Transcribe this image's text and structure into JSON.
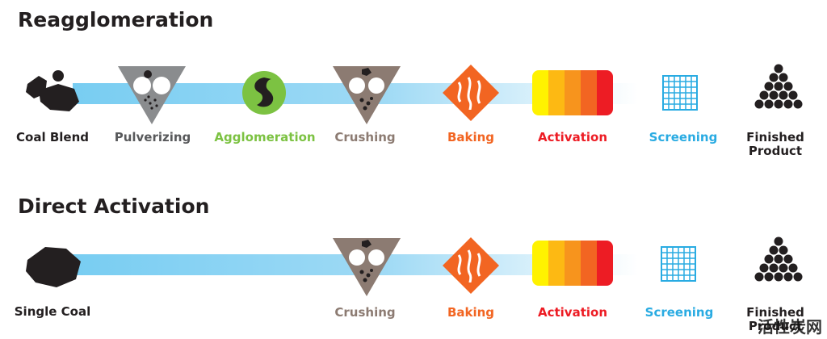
{
  "sections": [
    {
      "title": "Reagglomeration",
      "steps": [
        {
          "label": "Coal Blend",
          "color": "#231f20"
        },
        {
          "label": "Pulverizing",
          "color": "#58595b"
        },
        {
          "label": "Agglomeration",
          "color": "#7cc242"
        },
        {
          "label": "Crushing",
          "color": "#8c7b72"
        },
        {
          "label": "Baking",
          "color": "#f26522"
        },
        {
          "label": "Activation",
          "color": "#ed1c24"
        },
        {
          "label": "Screening",
          "color": "#29abe2"
        },
        {
          "label": "Finished Product",
          "color": "#231f20"
        }
      ]
    },
    {
      "title": "Direct Activation",
      "steps": [
        {
          "label": "Single Coal",
          "color": "#231f20"
        },
        {
          "label": "Crushing",
          "color": "#8c7b72"
        },
        {
          "label": "Baking",
          "color": "#f26522"
        },
        {
          "label": "Activation",
          "color": "#ed1c24"
        },
        {
          "label": "Screening",
          "color": "#29abe2"
        },
        {
          "label": "Finished Product",
          "color": "#231f20"
        }
      ]
    }
  ],
  "watermark": "活性炭网"
}
